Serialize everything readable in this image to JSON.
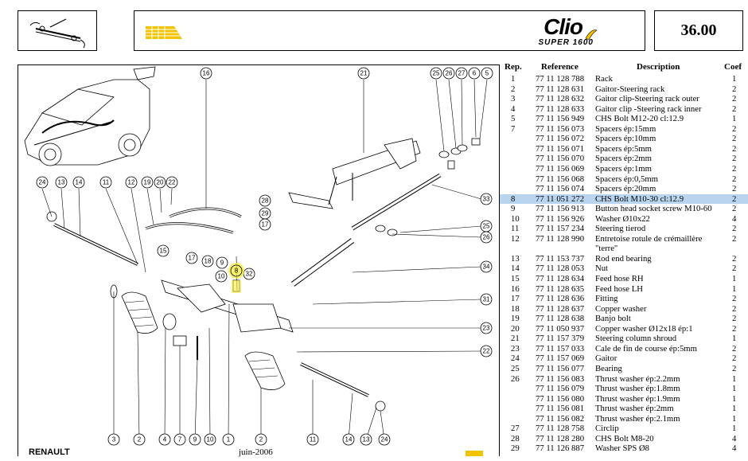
{
  "header": {
    "page_number": "36.00",
    "brand": "Clio",
    "brand_sub": "SUPER 1600",
    "accent_color": "#f2c300"
  },
  "table": {
    "columns": [
      "Rep.",
      "Reference",
      "Description",
      "Coef"
    ],
    "rows": [
      {
        "rep": "1",
        "ref": "77 11 128 788",
        "desc": "Rack",
        "coef": "1"
      },
      {
        "rep": "2",
        "ref": "77 11 128 631",
        "desc": "Gaitor-Steering rack",
        "coef": "2"
      },
      {
        "rep": "3",
        "ref": "77 11 128 632",
        "desc": "Gaitor clip-Steering rack outer",
        "coef": "2"
      },
      {
        "rep": "4",
        "ref": "77 11 128 633",
        "desc": "Gaitor clip -Steering rack inner",
        "coef": "2"
      },
      {
        "rep": "5",
        "ref": "77 11 156 949",
        "desc": "CHS Bolt M12-20 cl:12.9",
        "coef": "1"
      },
      {
        "rep": "7",
        "ref": "77 11 156 073",
        "desc": "Spacers ép:15mm",
        "coef": "2"
      },
      {
        "rep": "",
        "ref": "77 11 156 072",
        "desc": "Spacers ép:10mm",
        "coef": "2"
      },
      {
        "rep": "",
        "ref": "77 11 156 071",
        "desc": "Spacers ép:5mm",
        "coef": "2"
      },
      {
        "rep": "",
        "ref": "77 11 156 070",
        "desc": "Spacers ép:2mm",
        "coef": "2"
      },
      {
        "rep": "",
        "ref": "77 11 156 069",
        "desc": "Spacers ép:1mm",
        "coef": "2"
      },
      {
        "rep": "",
        "ref": "77 11 156 068",
        "desc": "Spacers ép:0,5mm",
        "coef": "2"
      },
      {
        "rep": "",
        "ref": "77 11 156 074",
        "desc": "Spacers ép:20mm",
        "coef": "2"
      },
      {
        "rep": "8",
        "ref": "77 11 051 272",
        "desc": "CHS Bolt M10-30 cl:12.9",
        "coef": "2",
        "highlight": true
      },
      {
        "rep": "9",
        "ref": "77 11 156 913",
        "desc": "Button head socket screw M10-60",
        "coef": "2"
      },
      {
        "rep": "10",
        "ref": "77 11 156 926",
        "desc": "Washer Ø10x22",
        "coef": "4"
      },
      {
        "rep": "11",
        "ref": "77 11 157 234",
        "desc": "Steering tierod",
        "coef": "2"
      },
      {
        "rep": "12",
        "ref": "77 11 128 990",
        "desc": "Entretoise rotule de crémaillère",
        "coef": "2"
      },
      {
        "rep": "",
        "ref": "",
        "desc": "\"terre\"",
        "coef": ""
      },
      {
        "rep": "13",
        "ref": "77 11 153 737",
        "desc": "Rod end bearing",
        "coef": "2"
      },
      {
        "rep": "14",
        "ref": "77 11 128 053",
        "desc": "Nut",
        "coef": "2"
      },
      {
        "rep": "15",
        "ref": "77 11 128 634",
        "desc": "Feed hose RH",
        "coef": "1"
      },
      {
        "rep": "16",
        "ref": "77 11 128 635",
        "desc": "Feed hose LH",
        "coef": "1"
      },
      {
        "rep": "17",
        "ref": "77 11 128 636",
        "desc": "Fitting",
        "coef": "2"
      },
      {
        "rep": "18",
        "ref": "77 11 128 637",
        "desc": "Copper washer",
        "coef": "2"
      },
      {
        "rep": "19",
        "ref": "77 11 128 638",
        "desc": "Banjo bolt",
        "coef": "2"
      },
      {
        "rep": "20",
        "ref": "77 11 050 937",
        "desc": "Copper washer Ø12x18 ép:1",
        "coef": "2"
      },
      {
        "rep": "21",
        "ref": "77 11 157 379",
        "desc": "Steering column shroud",
        "coef": "1"
      },
      {
        "rep": "23",
        "ref": "77 11 157 033",
        "desc": "Cale de fin de course ép:5mm",
        "coef": "2"
      },
      {
        "rep": "24",
        "ref": "77 11 157 069",
        "desc": "Gaitor",
        "coef": "2"
      },
      {
        "rep": "25",
        "ref": "77 11 156 077",
        "desc": "Bearing",
        "coef": "2"
      },
      {
        "rep": "26",
        "ref": "77 11 156 083",
        "desc": "Thrust washer ép:2.2mm",
        "coef": "1"
      },
      {
        "rep": "",
        "ref": "77 11 156 079",
        "desc": "Thrust washer ép:1.8mm",
        "coef": "1"
      },
      {
        "rep": "",
        "ref": "77 11 156 080",
        "desc": "Thrust washer ép:1.9mm",
        "coef": "1"
      },
      {
        "rep": "",
        "ref": "77 11 156 081",
        "desc": "Thrust washer ép:2mm",
        "coef": "1"
      },
      {
        "rep": "",
        "ref": "77 11 156 082",
        "desc": "Thrust washer ép:2.1mm",
        "coef": "1"
      },
      {
        "rep": "27",
        "ref": "77 11 128 758",
        "desc": "Circlip",
        "coef": "1"
      },
      {
        "rep": "28",
        "ref": "77 11 128 280",
        "desc": "CHS Bolt M8-20",
        "coef": "4"
      },
      {
        "rep": "29",
        "ref": "77 11 126 887",
        "desc": "Washer SPS Ø8",
        "coef": "4"
      }
    ]
  },
  "footer": {
    "maker": "RENAULT",
    "date": "juin-2006"
  },
  "callouts": {
    "top": [
      "16",
      "21",
      "25",
      "26",
      "27",
      "6",
      "5"
    ],
    "left_top": [
      "24",
      "13",
      "14",
      "11",
      "12",
      "19",
      "20",
      "22"
    ],
    "mid": [
      "28",
      "29",
      "17",
      "15",
      "17",
      "18",
      "10",
      "9",
      "32"
    ],
    "right": [
      "33",
      "25",
      "26",
      "34",
      "31",
      "23",
      "22"
    ],
    "bottom": [
      "3",
      "2",
      "4",
      "7",
      "9",
      "10",
      "1",
      "2",
      "11",
      "14",
      "13",
      "24"
    ],
    "highlighted": "8"
  }
}
